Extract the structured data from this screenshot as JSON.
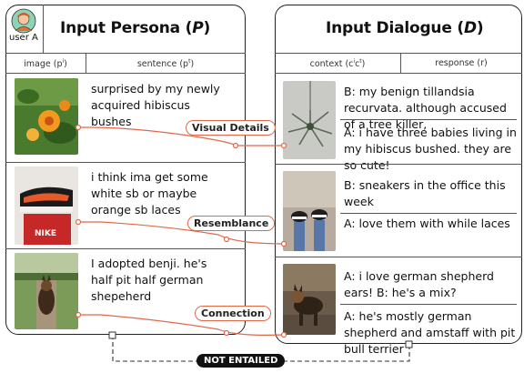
{
  "user": {
    "label": "user A"
  },
  "left": {
    "title_main": "Input Persona (",
    "title_var": "P",
    "title_end": ")",
    "col_image": "image (p",
    "col_image_sup": "i",
    "col_image_end": ")",
    "col_sentence": "sentence (p",
    "col_sentence_sup": "t",
    "col_sentence_end": ")",
    "rows": [
      {
        "text": "surprised by my newly acquired hibiscus bushes"
      },
      {
        "text": "i think ima get some white sb or maybe orange sb laces"
      },
      {
        "text": "I adopted benji. he's half pit half german shepeherd"
      }
    ]
  },
  "right": {
    "title_main": "Input Dialogue (",
    "title_var": "D",
    "title_end": ")",
    "col_context": "context (c",
    "col_context_sup": "i",
    "col_context_mid": "c",
    "col_context_sup2": "t",
    "col_context_end": ")",
    "col_response": "response (r)",
    "rows": [
      {
        "context": "B: my benign tillandsia recurvata. although accused of a tree killer,",
        "response": "A: i have three babies living in my hibiscus bushed. they are so cute!"
      },
      {
        "context": "B: sneakers in the office this week",
        "response": "A: love them with while laces"
      },
      {
        "context": "A: i love german shepherd ears! B: he's a mix?",
        "response": "A: he's mostly german shepherd and amstaff with pit bull terrier"
      }
    ]
  },
  "tags": {
    "visual": "Visual Details",
    "resemblance": "Resemblance",
    "connection": "Connection",
    "not_entailed": "NOT ENTAILED"
  },
  "colors": {
    "accent": "#e0694a",
    "border": "#222222"
  },
  "icons": [
    "user-avatar-icon",
    "flower-photo",
    "sneakers-photo",
    "dog-photo",
    "plant-photo",
    "feet-sneakers-photo",
    "dog-street-photo"
  ]
}
